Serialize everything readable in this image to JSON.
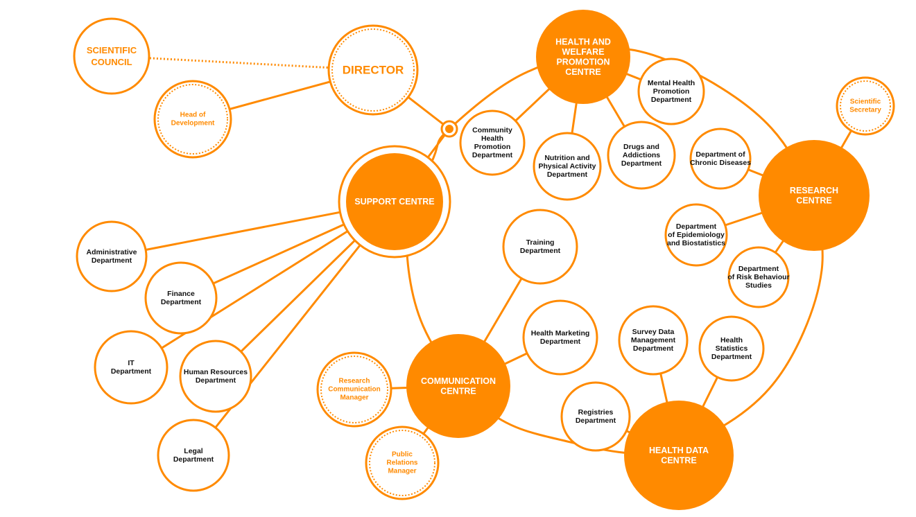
{
  "colors": {
    "accent": "#ff8a00",
    "ink": "#111111",
    "background": "#ffffff",
    "on_fill": "#ffffff"
  },
  "nodes": [
    {
      "id": "scientific-council",
      "lines": [
        "SCIENTIFIC",
        "COUNCIL"
      ],
      "style": "outline-large"
    },
    {
      "id": "director",
      "lines": [
        "DIRECTOR"
      ],
      "style": "double-large"
    },
    {
      "id": "head-of-development",
      "lines": [
        "Head of",
        "Development"
      ],
      "style": "dotted"
    },
    {
      "id": "health-welfare-promotion-centre",
      "lines": [
        "HEALTH AND",
        "WELFARE",
        "PROMOTION",
        "CENTRE"
      ],
      "style": "filled"
    },
    {
      "id": "mental-health-promotion-department",
      "lines": [
        "Mental Health",
        "Promotion",
        "Department"
      ],
      "style": "outline"
    },
    {
      "id": "scientific-secretary",
      "lines": [
        "Scientific",
        "Secretary"
      ],
      "style": "dotted"
    },
    {
      "id": "community-health-promotion-department",
      "lines": [
        "Community",
        "Health",
        "Promotion",
        "Department"
      ],
      "style": "outline"
    },
    {
      "id": "nutrition-physical-activity-department",
      "lines": [
        "Nutrition and",
        "Physical Activity",
        "Department"
      ],
      "style": "outline"
    },
    {
      "id": "drugs-addictions-department",
      "lines": [
        "Drugs and",
        "Addictions",
        "Department"
      ],
      "style": "outline"
    },
    {
      "id": "chronic-diseases-department",
      "lines": [
        "Department of",
        "Chronic Diseases"
      ],
      "style": "outline"
    },
    {
      "id": "research-centre",
      "lines": [
        "RESEARCH",
        "CENTRE"
      ],
      "style": "filled"
    },
    {
      "id": "support-centre",
      "lines": [
        "SUPPORT CENTRE"
      ],
      "style": "filled-ring"
    },
    {
      "id": "epidemiology-biostatistics-department",
      "lines": [
        "Department",
        "of Epidemiology",
        "and Biostatistics"
      ],
      "style": "outline"
    },
    {
      "id": "risk-behaviour-studies-department",
      "lines": [
        "Department",
        "of Risk Behaviour",
        "Studies"
      ],
      "style": "outline"
    },
    {
      "id": "training-department",
      "lines": [
        "Training",
        "Department"
      ],
      "style": "outline"
    },
    {
      "id": "administrative-department",
      "lines": [
        "Administrative",
        "Department"
      ],
      "style": "outline"
    },
    {
      "id": "finance-department",
      "lines": [
        "Finance",
        "Department"
      ],
      "style": "outline"
    },
    {
      "id": "health-marketing-department",
      "lines": [
        "Health Marketing",
        "Department"
      ],
      "style": "outline"
    },
    {
      "id": "survey-data-management-department",
      "lines": [
        "Survey Data",
        "Management",
        "Department"
      ],
      "style": "outline"
    },
    {
      "id": "health-statistics-department",
      "lines": [
        "Health",
        "Statistics",
        "Department"
      ],
      "style": "outline"
    },
    {
      "id": "it-department",
      "lines": [
        "IT",
        "Department"
      ],
      "style": "outline"
    },
    {
      "id": "human-resources-department",
      "lines": [
        "Human Resources",
        "Department"
      ],
      "style": "outline"
    },
    {
      "id": "research-communication-manager",
      "lines": [
        "Research",
        "Communication",
        "Manager"
      ],
      "style": "dotted"
    },
    {
      "id": "communication-centre",
      "lines": [
        "COMMUNICATION",
        "CENTRE"
      ],
      "style": "filled"
    },
    {
      "id": "registries-department",
      "lines": [
        "Registries",
        "Department"
      ],
      "style": "outline"
    },
    {
      "id": "legal-department",
      "lines": [
        "Legal",
        "Department"
      ],
      "style": "outline"
    },
    {
      "id": "public-relations-manager",
      "lines": [
        "Public",
        "Relations",
        "Manager"
      ],
      "style": "dotted"
    },
    {
      "id": "health-data-centre",
      "lines": [
        "HEALTH DATA",
        "CENTRE"
      ],
      "style": "filled"
    }
  ],
  "connections": [
    {
      "from": "scientific-council",
      "to": "director",
      "style": "dotted"
    },
    {
      "from": "head-of-development",
      "to": "director",
      "style": "solid"
    },
    {
      "from": "director",
      "to": "hub",
      "style": "solid"
    },
    {
      "from": "hub",
      "to": "support-centre",
      "style": "solid"
    },
    {
      "from": "health-welfare-promotion-centre",
      "to": "community-health-promotion-department",
      "style": "solid"
    },
    {
      "from": "health-welfare-promotion-centre",
      "to": "nutrition-physical-activity-department",
      "style": "solid"
    },
    {
      "from": "health-welfare-promotion-centre",
      "to": "drugs-addictions-department",
      "style": "solid"
    },
    {
      "from": "health-welfare-promotion-centre",
      "to": "mental-health-promotion-department",
      "style": "solid"
    },
    {
      "from": "research-centre",
      "to": "scientific-secretary",
      "style": "solid"
    },
    {
      "from": "research-centre",
      "to": "chronic-diseases-department",
      "style": "solid"
    },
    {
      "from": "research-centre",
      "to": "epidemiology-biostatistics-department",
      "style": "solid"
    },
    {
      "from": "research-centre",
      "to": "risk-behaviour-studies-department",
      "style": "solid"
    },
    {
      "from": "support-centre",
      "to": "administrative-department",
      "style": "solid"
    },
    {
      "from": "support-centre",
      "to": "finance-department",
      "style": "solid"
    },
    {
      "from": "support-centre",
      "to": "it-department",
      "style": "solid"
    },
    {
      "from": "support-centre",
      "to": "human-resources-department",
      "style": "solid"
    },
    {
      "from": "support-centre",
      "to": "legal-department",
      "style": "solid"
    },
    {
      "from": "communication-centre",
      "to": "training-department",
      "style": "solid"
    },
    {
      "from": "communication-centre",
      "to": "health-marketing-department",
      "style": "solid"
    },
    {
      "from": "communication-centre",
      "to": "research-communication-manager",
      "style": "solid"
    },
    {
      "from": "communication-centre",
      "to": "public-relations-manager",
      "style": "solid"
    },
    {
      "from": "health-data-centre",
      "to": "survey-data-management-department",
      "style": "solid"
    },
    {
      "from": "health-data-centre",
      "to": "health-statistics-department",
      "style": "solid"
    },
    {
      "from": "health-data-centre",
      "to": "registries-department",
      "style": "solid"
    }
  ]
}
